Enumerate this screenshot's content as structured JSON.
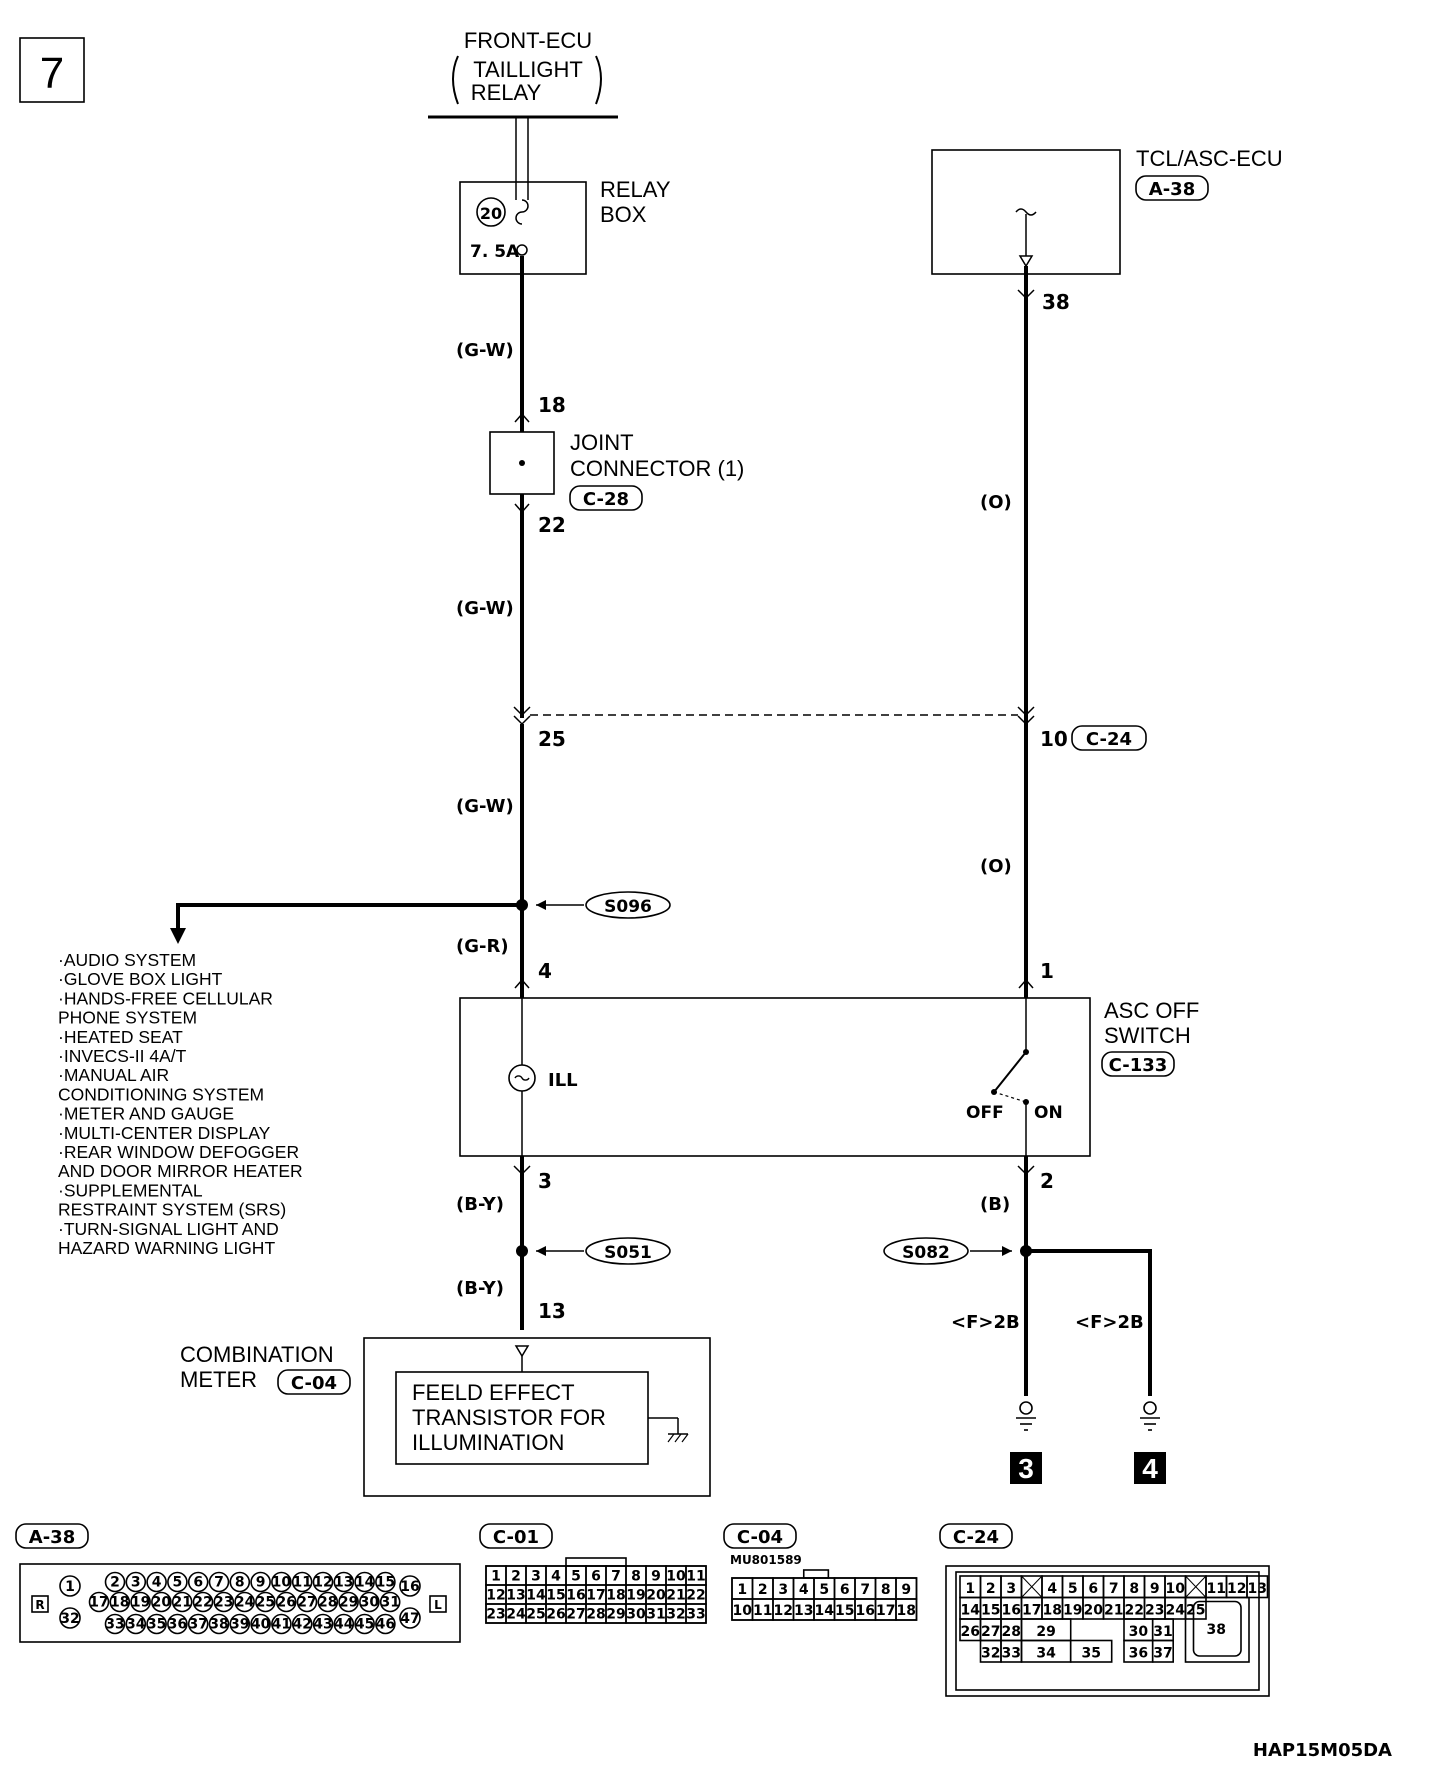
{
  "page": {
    "number": "7",
    "code": "HAP15M05DA"
  },
  "front_ecu": {
    "title": "FRONT-ECU",
    "sub1": "TAILLIGHT",
    "sub2": "RELAY"
  },
  "relay_box": {
    "title1": "RELAY",
    "title2": "BOX",
    "fuse_no": "20",
    "fuse_amp": "7. 5A"
  },
  "tcl_ecu": {
    "title": "TCL/ASC-ECU",
    "connector": "A-38",
    "pin": "38"
  },
  "joint_connector": {
    "title1": "JOINT",
    "title2": "CONNECTOR (1)",
    "connector": "C-28",
    "pin_in": "18",
    "pin_out": "22"
  },
  "left_wire": {
    "color1": "(G-W)",
    "color2": "(G-W)",
    "color3": "(G-W)",
    "color4": "(G-R)",
    "color5": "(B-Y)",
    "color6": "(B-Y)",
    "pin25": "25",
    "pin4": "4",
    "pin3": "3",
    "pin13": "13"
  },
  "right_wire": {
    "color1": "(O)",
    "color2": "(O)",
    "color3": "(B)",
    "pin10": "10",
    "c24": "C-24",
    "pin1": "1",
    "pin2": "2"
  },
  "splices": {
    "s096": "S096",
    "s051": "S051",
    "s082": "S082"
  },
  "asc_switch": {
    "title1": "ASC OFF",
    "title2": "SWITCH",
    "connector": "C-133",
    "ill": "ILL",
    "off": "OFF",
    "on": "ON"
  },
  "system_list": [
    "·AUDIO SYSTEM",
    "·GLOVE BOX LIGHT",
    "·HANDS-FREE CELLULAR",
    " PHONE SYSTEM",
    "·HEATED SEAT",
    "·INVECS-II 4A/T",
    "·MANUAL AIR",
    " CONDITIONING SYSTEM",
    "·METER AND GAUGE",
    "·MULTI-CENTER DISPLAY",
    "·REAR WINDOW DEFOGGER",
    " AND DOOR MIRROR HEATER",
    "·SUPPLEMENTAL",
    " RESTRAINT SYSTEM (SRS)",
    "·TURN-SIGNAL LIGHT AND",
    " HAZARD WARNING LIGHT"
  ],
  "combination_meter": {
    "title1": "COMBINATION",
    "title2": "METER",
    "connector": "C-04",
    "inner1": "FEELD EFFECT",
    "inner2": "TRANSISTOR FOR",
    "inner3": "ILLUMINATION"
  },
  "grounds": {
    "g1_label": "<F>2B",
    "g2_label": "<F>2B",
    "g1_no": "3",
    "g2_no": "4"
  },
  "connectors": {
    "a38": {
      "label": "A-38",
      "left": "R",
      "right": "L",
      "row1": [
        "2",
        "3",
        "4",
        "5",
        "6",
        "7",
        "8",
        "9",
        "10",
        "11",
        "12",
        "13",
        "14",
        "15"
      ],
      "row2": [
        "17",
        "18",
        "19",
        "20",
        "21",
        "22",
        "23",
        "24",
        "25",
        "26",
        "27",
        "28",
        "29",
        "30",
        "31"
      ],
      "row3": [
        "33",
        "34",
        "35",
        "36",
        "37",
        "38",
        "39",
        "40",
        "41",
        "42",
        "43",
        "44",
        "45",
        "46"
      ],
      "l1": "1",
      "l2": "32",
      "r1": "16",
      "r2": "47"
    },
    "c01": {
      "label": "C-01",
      "row1": [
        "1",
        "2",
        "3",
        "4",
        "5",
        "6",
        "7",
        "8",
        "9",
        "10",
        "11"
      ],
      "row2": [
        "12",
        "13",
        "14",
        "15",
        "16",
        "17",
        "18",
        "19",
        "20",
        "21",
        "22"
      ],
      "row3": [
        "23",
        "24",
        "25",
        "26",
        "27",
        "28",
        "29",
        "30",
        "31",
        "32",
        "33"
      ]
    },
    "c04": {
      "label": "C-04",
      "part": "MU801589",
      "row1": [
        "1",
        "2",
        "3",
        "4",
        "5",
        "6",
        "7",
        "8",
        "9"
      ],
      "row2": [
        "10",
        "11",
        "12",
        "13",
        "14",
        "15",
        "16",
        "17",
        "18"
      ]
    },
    "c24": {
      "label": "C-24",
      "row1": [
        "1",
        "2",
        "3",
        "",
        "4",
        "5",
        "6",
        "7",
        "8",
        "9",
        "10",
        "",
        "11",
        "12",
        "13"
      ],
      "row2": [
        "14",
        "15",
        "16",
        "17",
        "18",
        "19",
        "20",
        "21",
        "22",
        "23",
        "24",
        "25"
      ],
      "row3": [
        "26",
        "27",
        "28",
        "29",
        "30",
        "31"
      ],
      "row4": [
        "32",
        "33",
        "34",
        "35",
        "36",
        "37"
      ],
      "big": "38"
    }
  }
}
